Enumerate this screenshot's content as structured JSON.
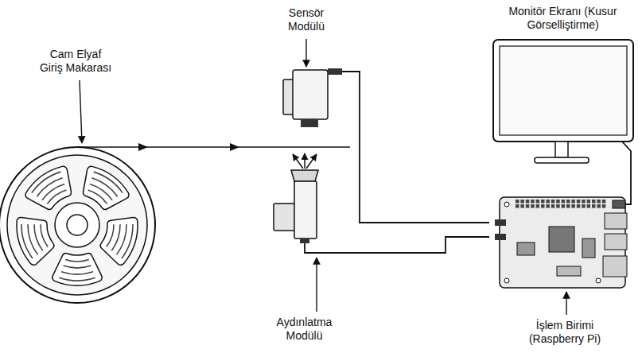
{
  "diagram": {
    "nodes": [
      {
        "text": [
          "Cam Elyaf Giriş Makarası"
        ]
      },
      {
        "text": [
          "Sensör Modülü"
        ]
      },
      {
        "text": [
          "Monitör Ekranı (Kusur Görselliştirme)"
        ]
      },
      {
        "text": [
          "Aydınlatma Modülü"
        ]
      },
      {
        "text": [
          "İşlem Birimi (Raspberry Pi)"
        ]
      }
    ],
    "edges": [
      {
        "from": 1,
        "to": 4,
        "arrow": "none"
      },
      {
        "from": 3,
        "to": 4,
        "arrow": "none"
      },
      {
        "from": 4,
        "to": 2,
        "arrow": "none"
      }
    ]
  }
}
